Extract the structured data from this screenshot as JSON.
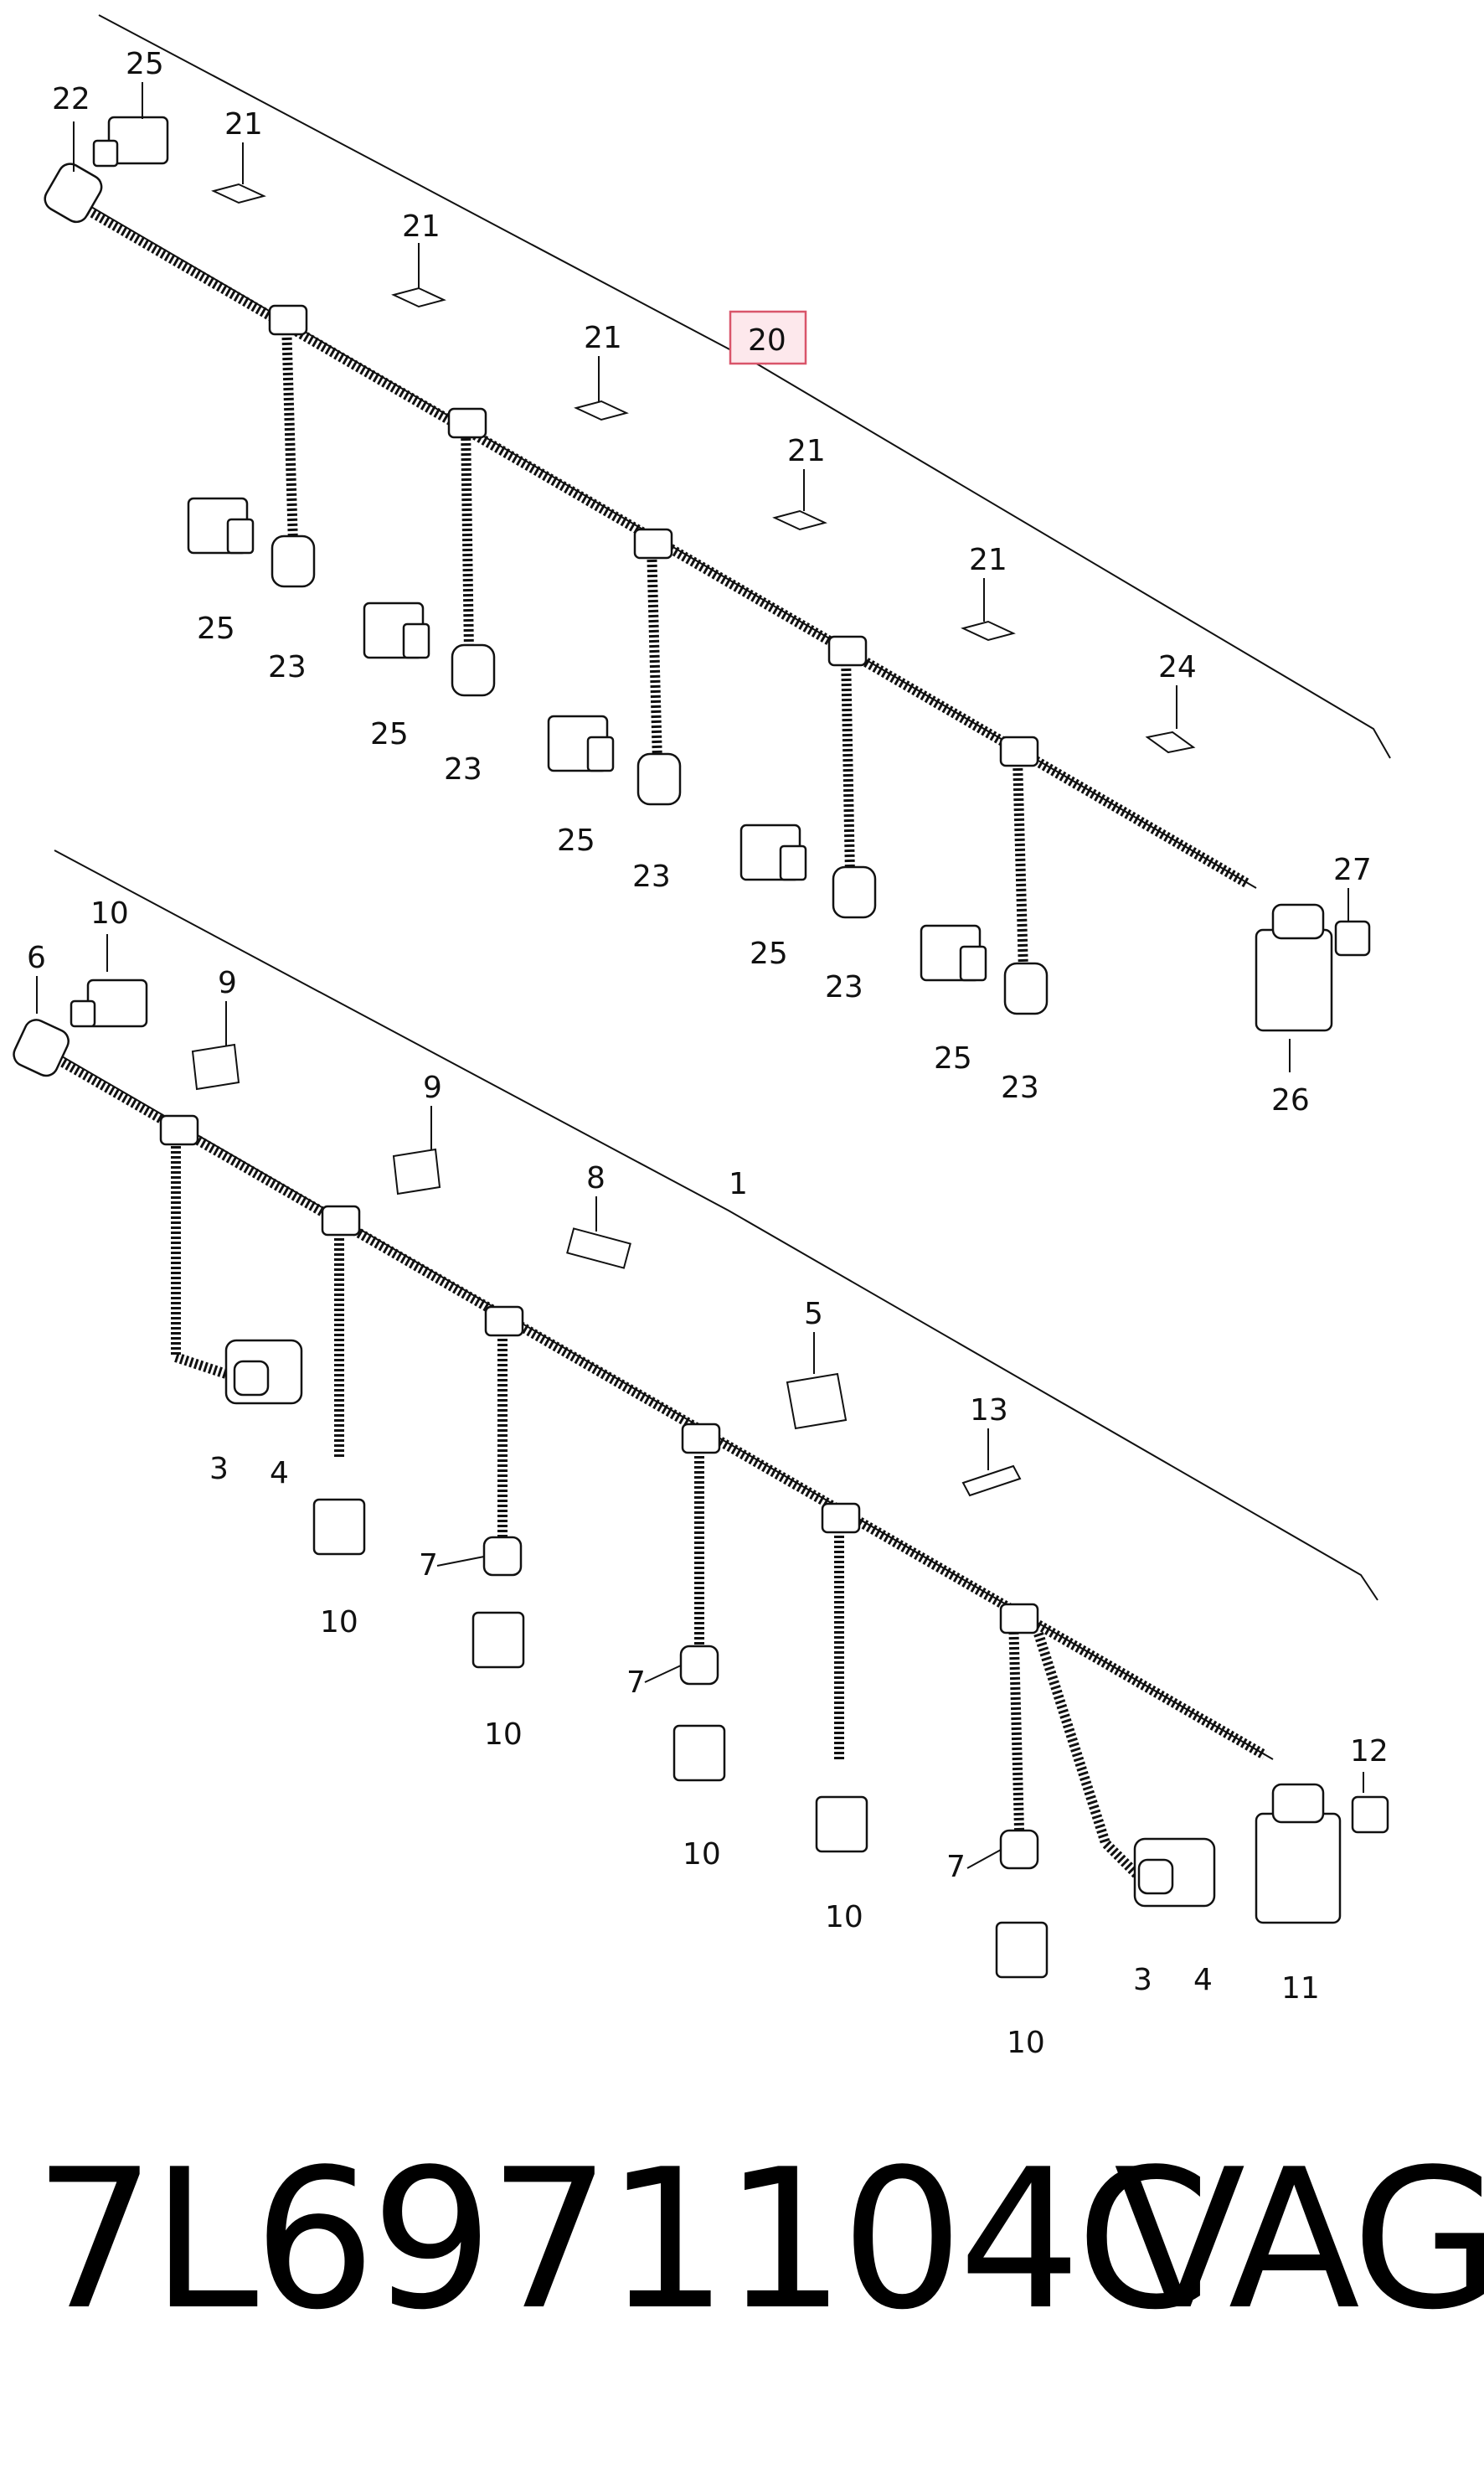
{
  "upper_harness": {
    "callouts": {
      "c22": "22",
      "c25": "25",
      "c21": "21",
      "c20": "20",
      "c23": "23",
      "c24": "24",
      "c27": "27",
      "c26": "26"
    }
  },
  "lower_harness": {
    "callouts": {
      "c10": "10",
      "c6": "6",
      "c9": "9",
      "c8": "8",
      "c1": "1",
      "c5": "5",
      "c13": "13",
      "c3": "3",
      "c4": "4",
      "c7": "7",
      "c12": "12",
      "c11": "11"
    }
  },
  "footer": {
    "part_number": "7L6971104C",
    "brand": "VAG"
  },
  "colors": {
    "line": "#111111",
    "highlight_border": "#d9556a",
    "highlight_fill": "#fde8ec"
  }
}
